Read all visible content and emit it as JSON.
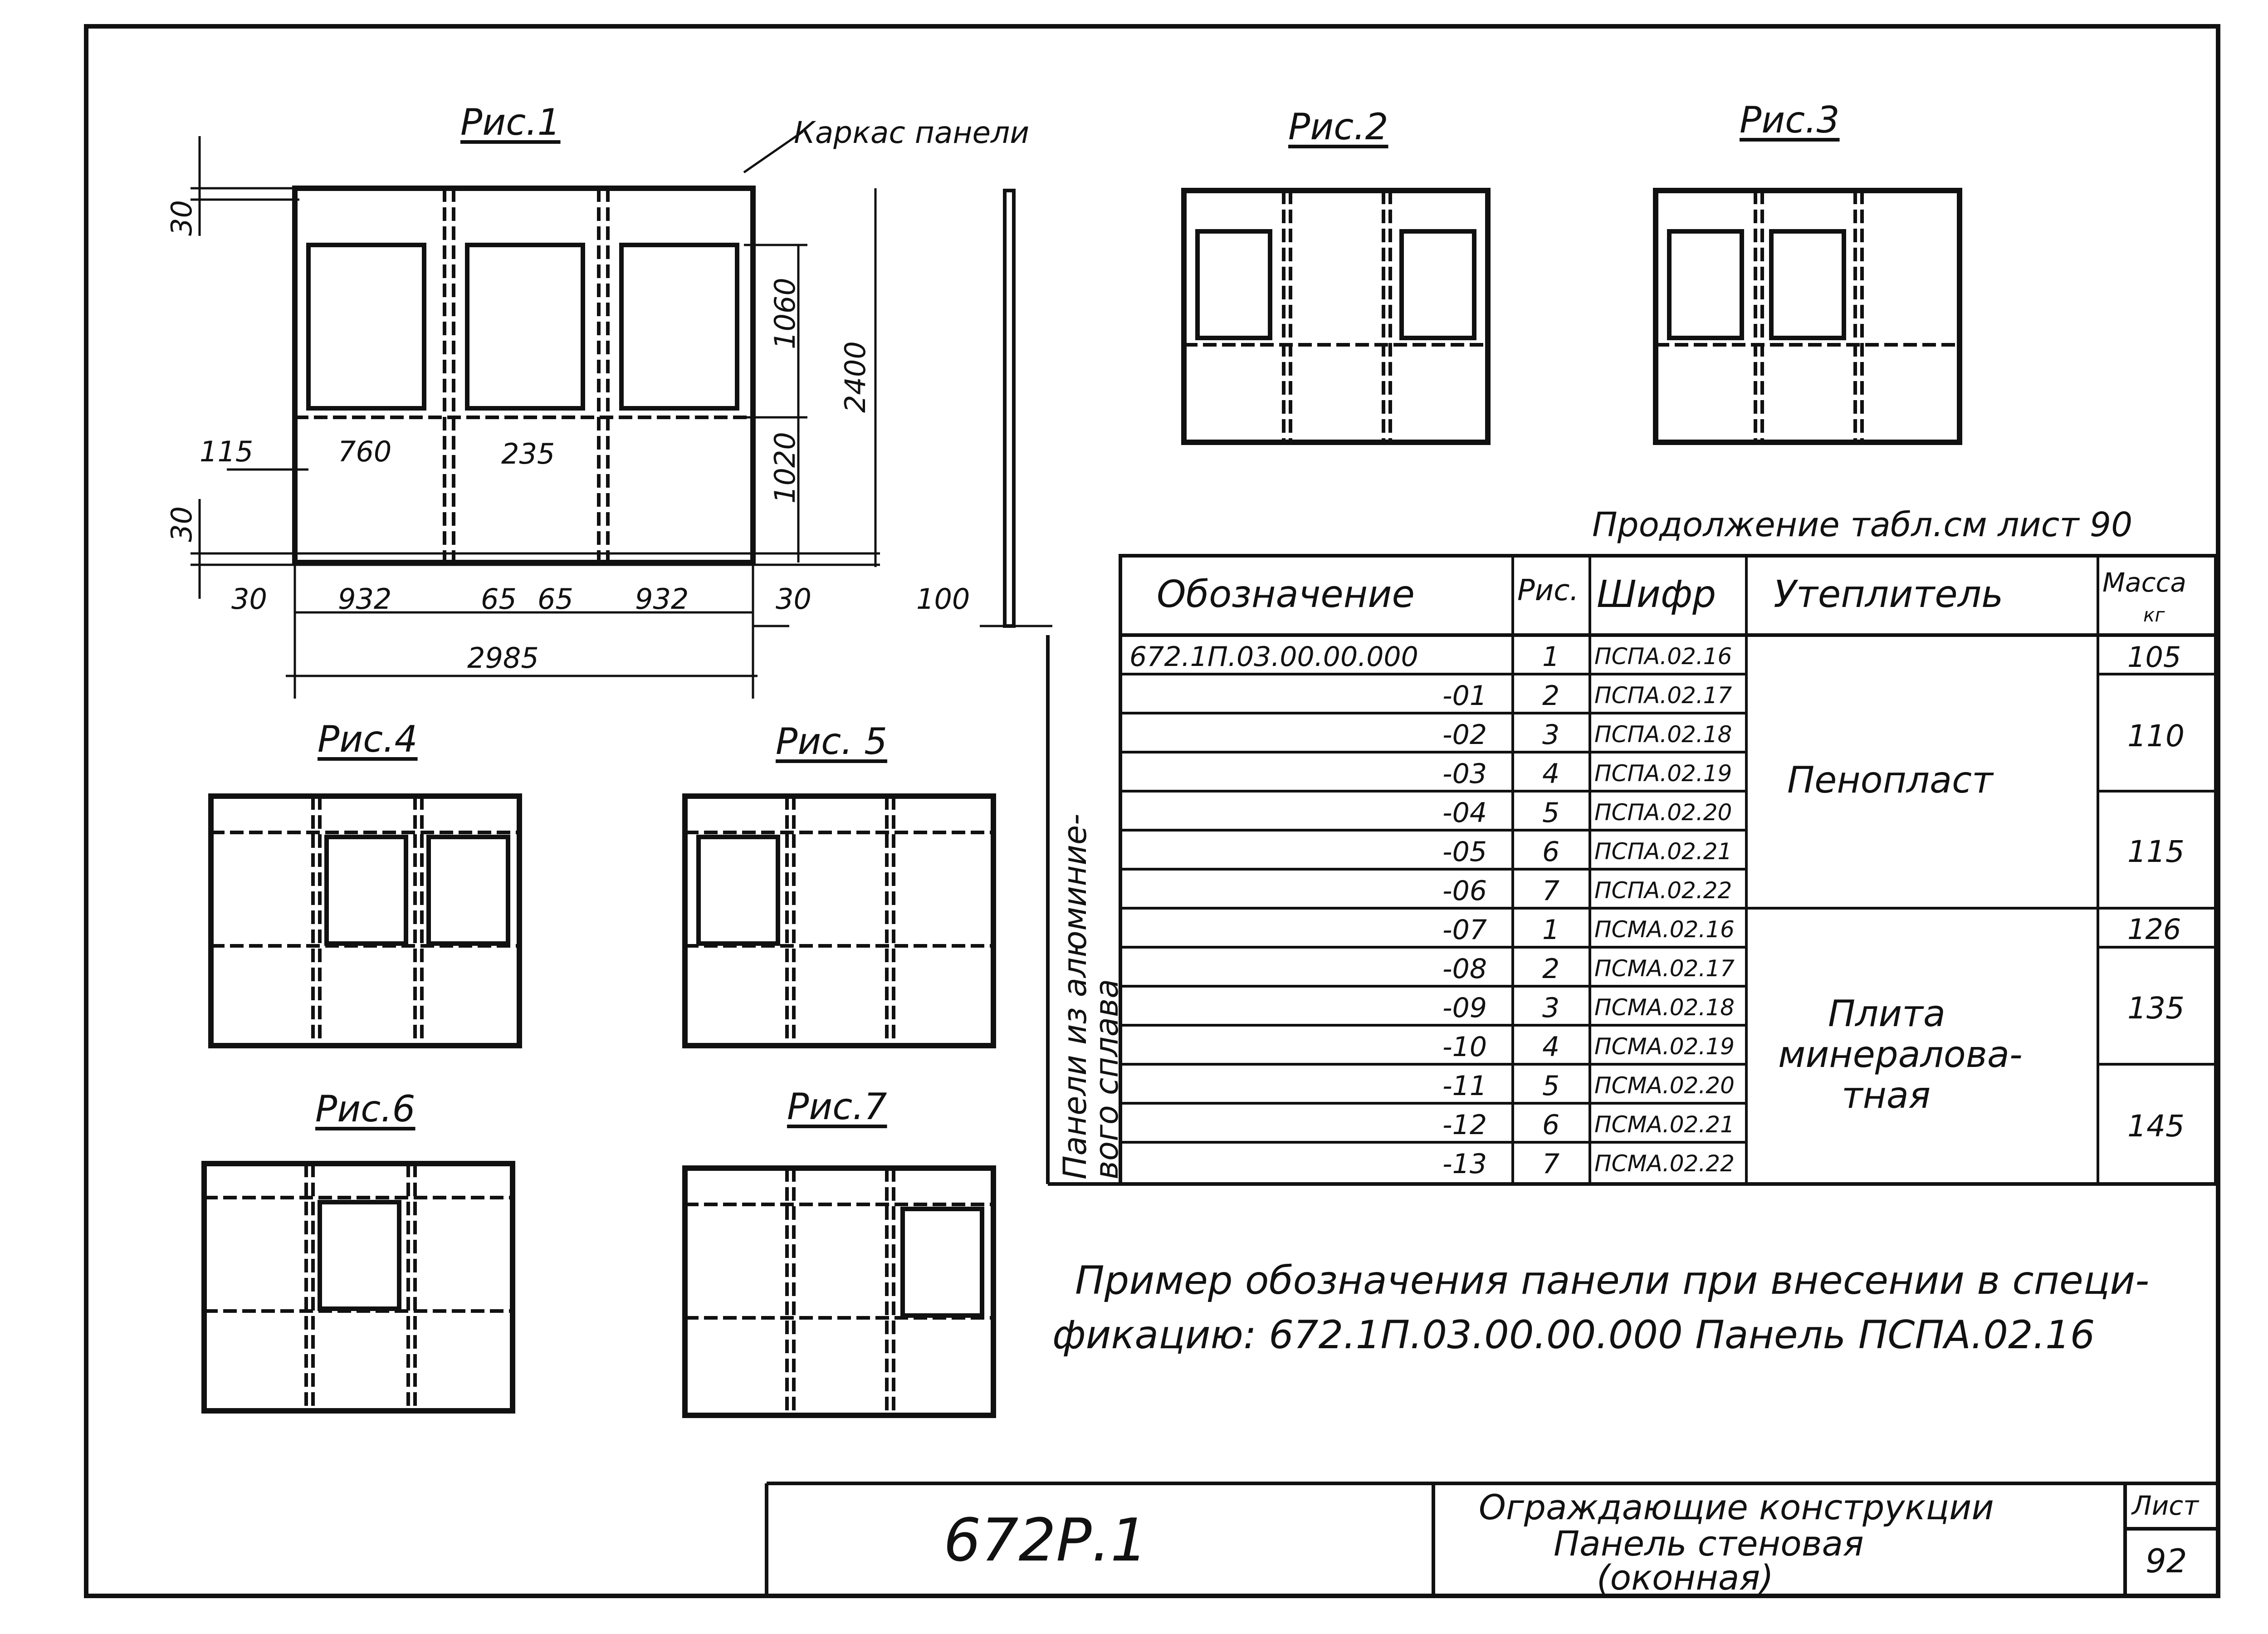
{
  "figures": {
    "fig1": "Рис.1",
    "fig2": "Рис.2",
    "fig3": "Рис.3",
    "fig4": "Рис.4",
    "fig5": "Рис. 5",
    "fig6": "Рис.6",
    "fig7": "Рис.7"
  },
  "fig1_annotations": {
    "frame_label": "Каркас панели",
    "dim_top": "30",
    "dim_bottom": "30",
    "dim_1060": "1060",
    "dim_1020": "1020",
    "dim_2400": "2400",
    "dim_115": "115",
    "dim_760": "760",
    "dim_235": "235",
    "dim_30_left": "30",
    "dim_932_a": "932",
    "dim_65_a": "65",
    "dim_65_b": "65",
    "dim_932_b": "932",
    "dim_30_right": "30",
    "dim_2985": "2985",
    "dim_100": "100"
  },
  "table": {
    "continuation": "Продолжение табл.см лист 90",
    "headers": {
      "designation": "Обозначение",
      "fig": "Рис.",
      "code": "Шифр",
      "insulation": "Утеплитель",
      "mass": "Масса",
      "mass_unit": "кг"
    },
    "side_label_line1": "Панели из алюминие-",
    "side_label_line2": "вого сплава",
    "rows": [
      {
        "designation": "672.1П.03.00.00.000",
        "fig": "1",
        "code": "ПСПА.02.16"
      },
      {
        "designation": "-01",
        "fig": "2",
        "code": "ПСПА.02.17"
      },
      {
        "designation": "-02",
        "fig": "3",
        "code": "ПСПА.02.18"
      },
      {
        "designation": "-03",
        "fig": "4",
        "code": "ПСПА.02.19"
      },
      {
        "designation": "-04",
        "fig": "5",
        "code": "ПСПА.02.20"
      },
      {
        "designation": "-05",
        "fig": "6",
        "code": "ПСПА.02.21"
      },
      {
        "designation": "-06",
        "fig": "7",
        "code": "ПСПА.02.22"
      },
      {
        "designation": "-07",
        "fig": "1",
        "code": "ПСМА.02.16"
      },
      {
        "designation": "-08",
        "fig": "2",
        "code": "ПСМА.02.17"
      },
      {
        "designation": "-09",
        "fig": "3",
        "code": "ПСМА.02.18"
      },
      {
        "designation": "-10",
        "fig": "4",
        "code": "ПСМА.02.19"
      },
      {
        "designation": "-11",
        "fig": "5",
        "code": "ПСМА.02.20"
      },
      {
        "designation": "-12",
        "fig": "6",
        "code": "ПСМА.02.21"
      },
      {
        "designation": "-13",
        "fig": "7",
        "code": "ПСМА.02.22"
      }
    ],
    "insulation_1": "Пенопласт",
    "insulation_2_line1": "Плита",
    "insulation_2_line2": "минералова-",
    "insulation_2_line3": "тная",
    "mass_values": [
      "105",
      "110",
      "115",
      "126",
      "135",
      "145"
    ]
  },
  "example": {
    "line1": "Пример обозначения панели при внесении в специ-",
    "line2": "фикацию: 672.1П.03.00.00.000   Панель ПСПА.02.16"
  },
  "title_block": {
    "project": "672Р.1",
    "title_line1": "Ограждающие конструкции",
    "title_line2": "Панель стеновая",
    "title_line3": "(оконная)",
    "sheet_label": "Лист",
    "sheet_number": "92"
  }
}
